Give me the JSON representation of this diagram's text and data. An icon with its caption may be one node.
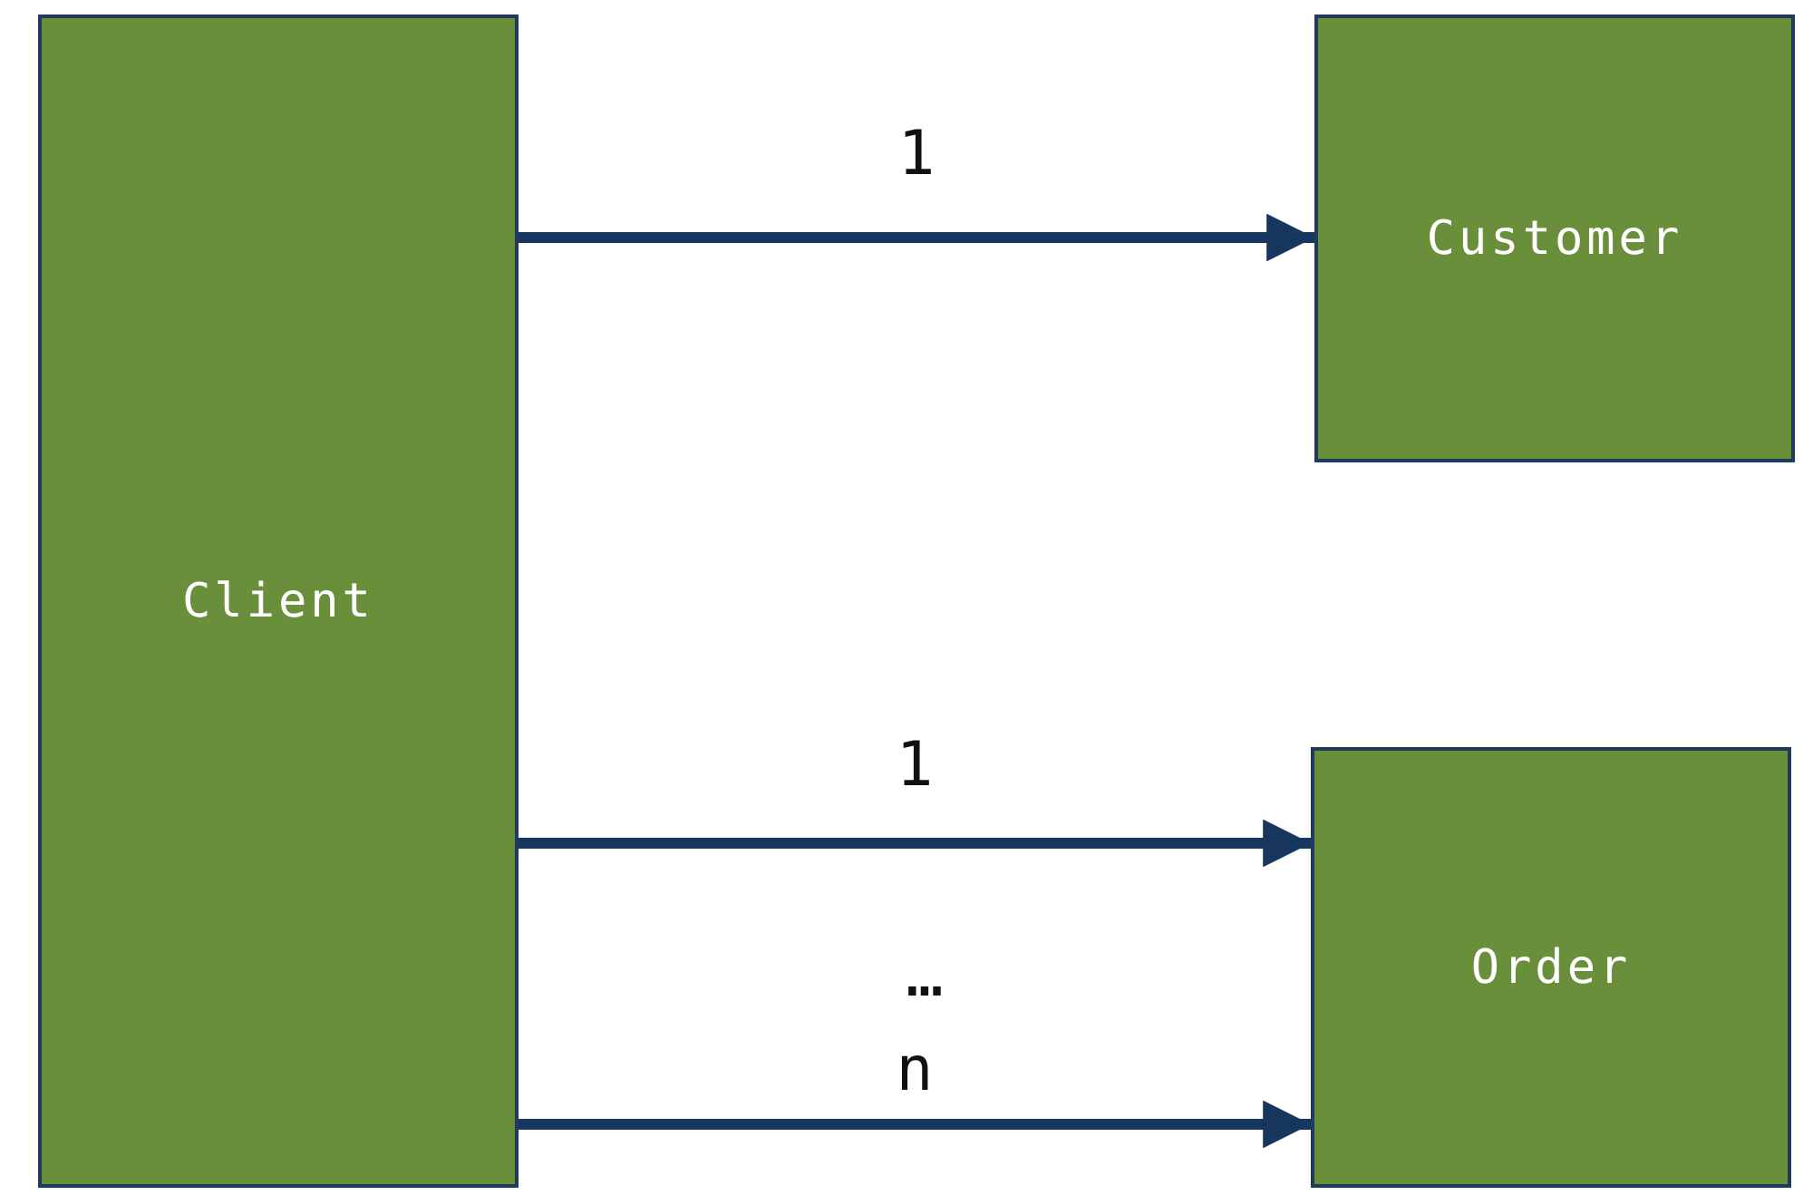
{
  "diagram": {
    "nodes": [
      {
        "text": [
          "Client"
        ]
      },
      {
        "text": [
          "Customer"
        ]
      },
      {
        "text": [
          "Order"
        ]
      }
    ],
    "edges": [
      {
        "from": 0,
        "to": 1,
        "arrow": "to",
        "label": "1"
      },
      {
        "from": 0,
        "to": 2,
        "arrow": "to",
        "label": "1"
      },
      {
        "from": 0,
        "to": 2,
        "arrow": "to",
        "label": "n"
      }
    ],
    "labels": [
      "…"
    ]
  }
}
